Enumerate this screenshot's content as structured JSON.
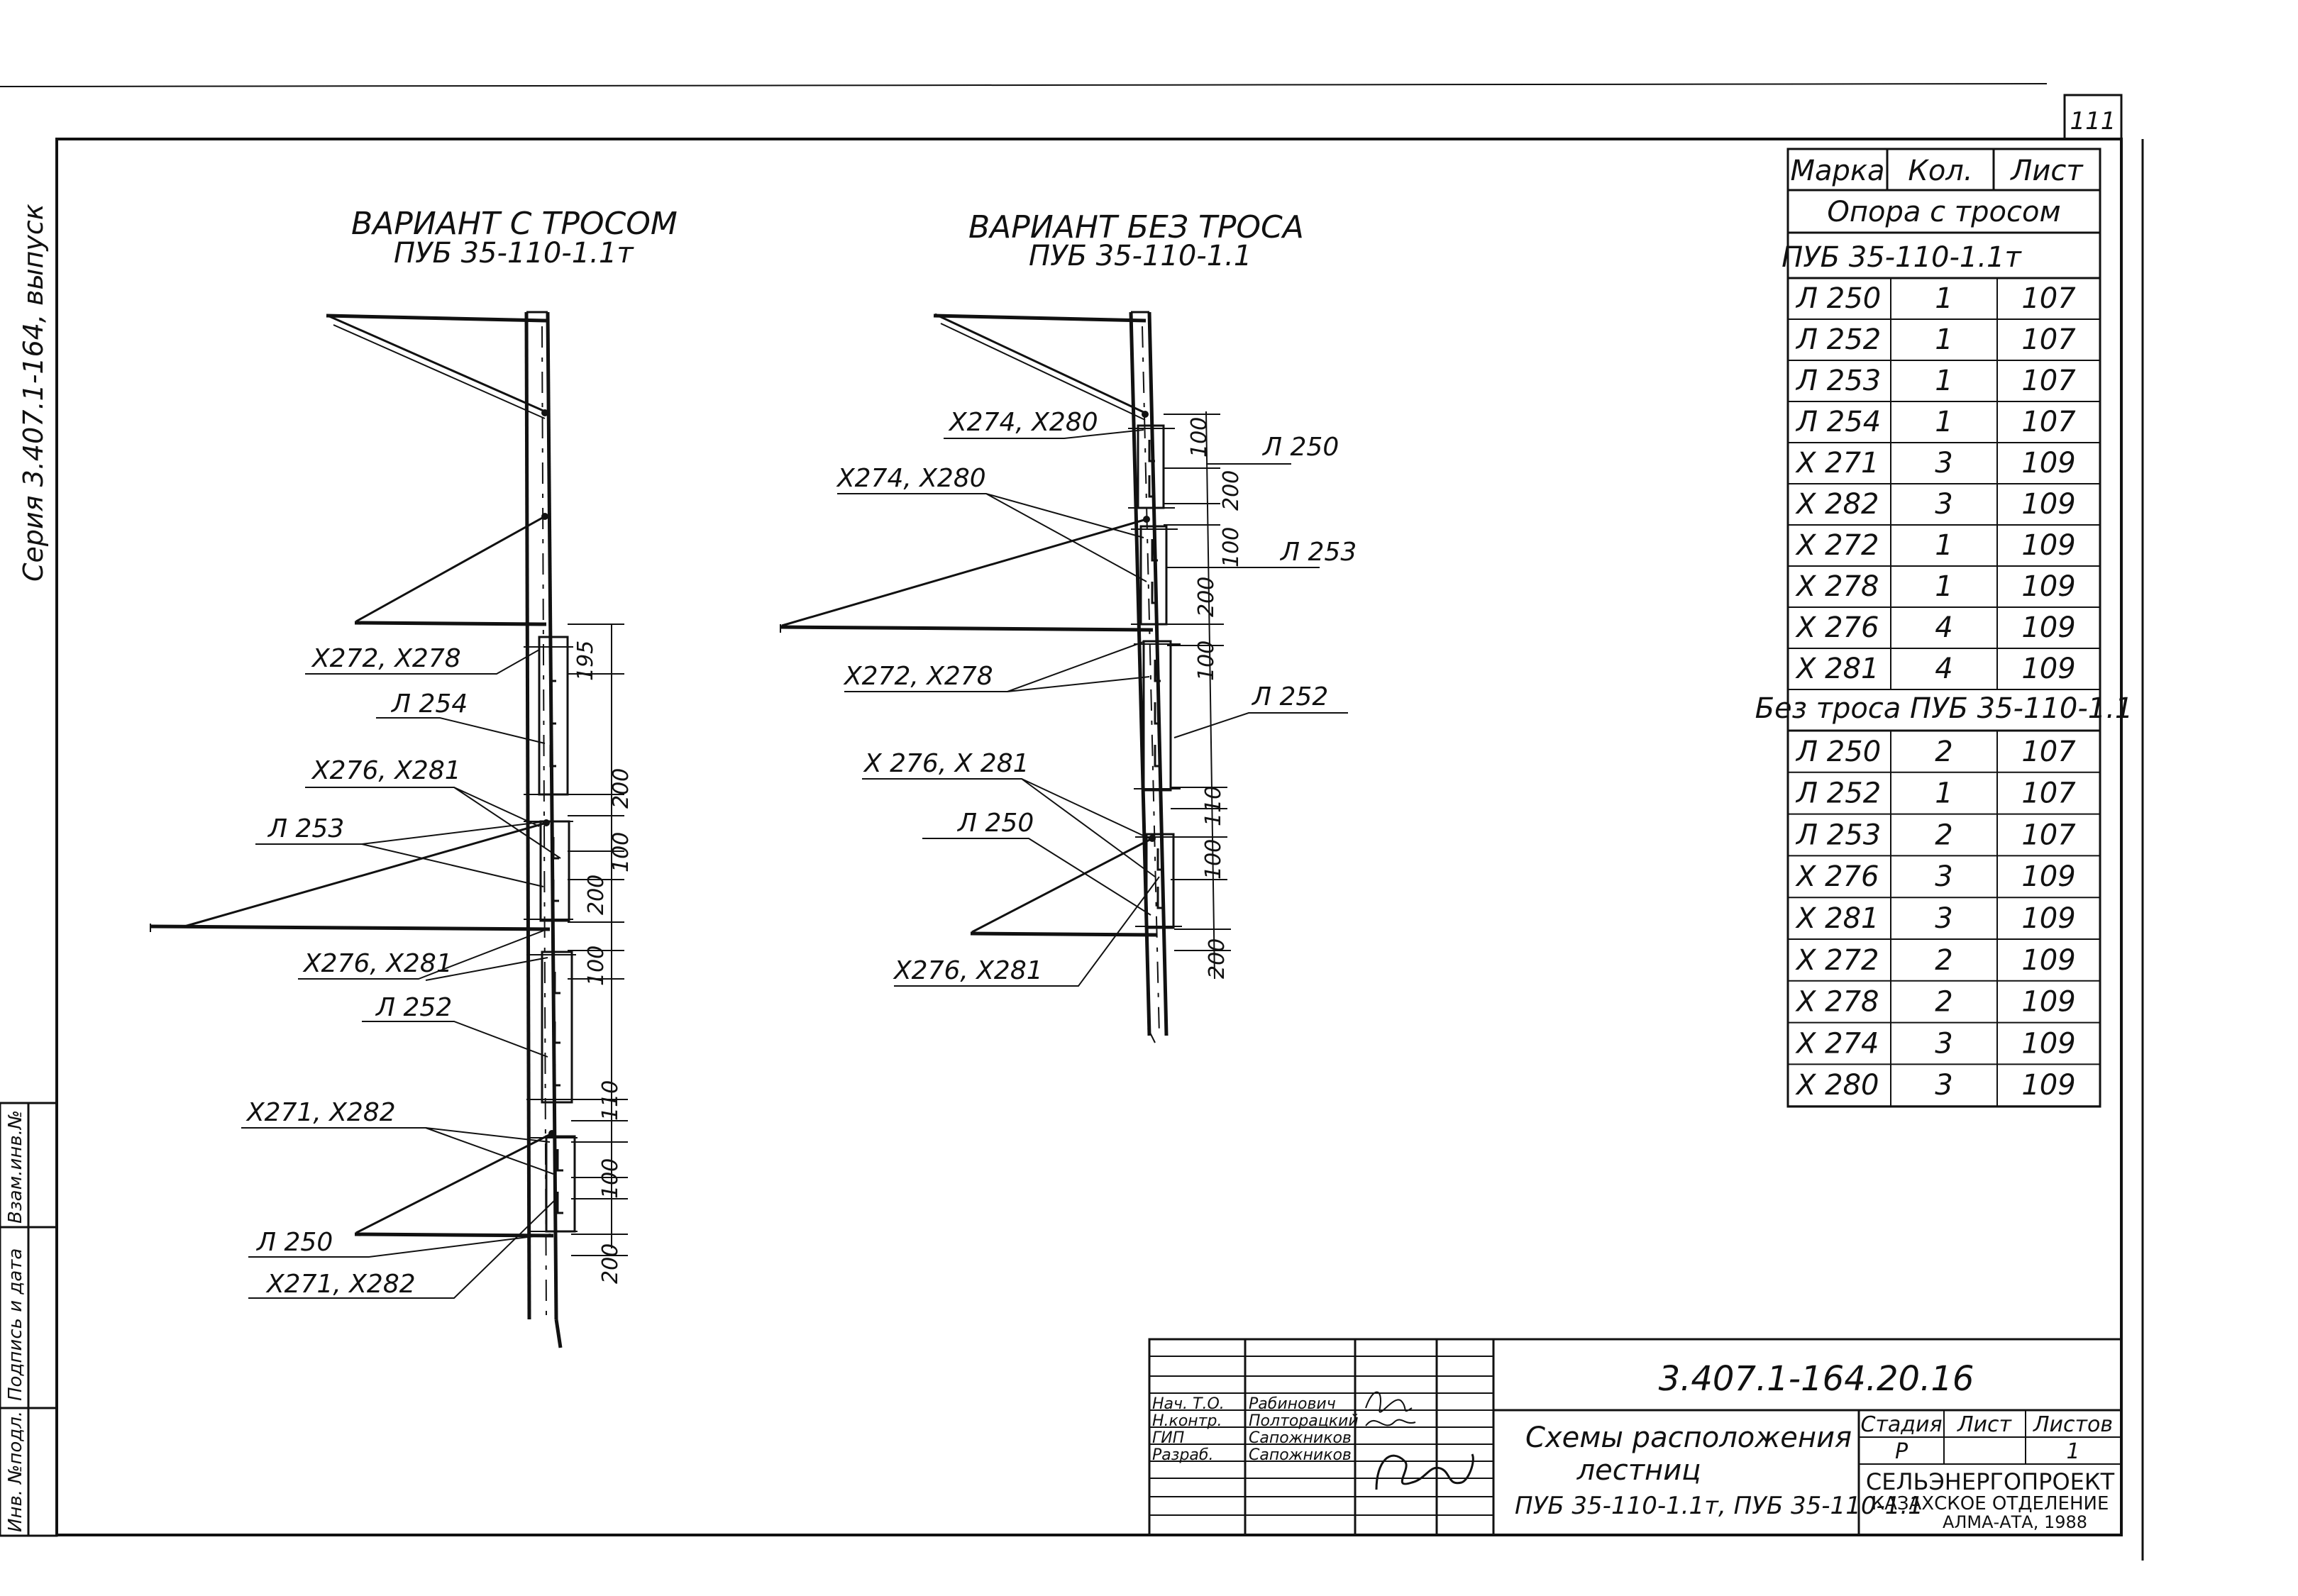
{
  "sheet_number": "111",
  "side_labels": {
    "series": "Серия 3.407.1-164, выпуск",
    "inv_no": "Инв. №подл.",
    "sign_date": "Подпись и дата",
    "replace_no": "Взам.инв.№"
  },
  "variant_left": {
    "title": "ВАРИАНТ С ТРОСОМ",
    "code": "ПУБ 35-110-1.1т",
    "labels": [
      "X272, X278",
      "Л 254",
      "X276, X281",
      "Л 253",
      "X276, X281",
      "Л 252",
      "X271, X282",
      "Л 250",
      "X271, X282"
    ],
    "dims": [
      "195",
      "200",
      "100",
      "200",
      "100",
      "110",
      "100",
      "200"
    ]
  },
  "variant_right": {
    "title": "ВАРИАНТ БЕЗ ТРОСА",
    "code": "ПУБ 35-110-1.1",
    "labels": [
      "X274, X280",
      "X274, X280",
      "Л 250",
      "Л 253",
      "X272, X278",
      "Л 252",
      "X 276, X 281",
      "Л 250",
      "X276, X281"
    ],
    "dims": [
      "100",
      "200",
      "100",
      "200",
      "100",
      "110",
      "100",
      "200"
    ]
  },
  "spec_table": {
    "headers": [
      "Марка",
      "Кол.",
      "Лист"
    ],
    "section1_line1": "Опора с тросом",
    "section1_line2": "ПУБ 35-110-1.1т",
    "section1_rows": [
      [
        "Л 250",
        "1",
        "107"
      ],
      [
        "Л 252",
        "1",
        "107"
      ],
      [
        "Л 253",
        "1",
        "107"
      ],
      [
        "Л 254",
        "1",
        "107"
      ],
      [
        "X 271",
        "3",
        "109"
      ],
      [
        "X 282",
        "3",
        "109"
      ],
      [
        "X 272",
        "1",
        "109"
      ],
      [
        "X 278",
        "1",
        "109"
      ],
      [
        "X 276",
        "4",
        "109"
      ],
      [
        "X 281",
        "4",
        "109"
      ]
    ],
    "section2": "Без троса ПУБ 35-110-1.1",
    "section2_rows": [
      [
        "Л 250",
        "2",
        "107"
      ],
      [
        "Л 252",
        "1",
        "107"
      ],
      [
        "Л 253",
        "2",
        "107"
      ],
      [
        "X 276",
        "3",
        "109"
      ],
      [
        "X 281",
        "3",
        "109"
      ],
      [
        "X 272",
        "2",
        "109"
      ],
      [
        "X 278",
        "2",
        "109"
      ],
      [
        "X 274",
        "3",
        "109"
      ],
      [
        "X 280",
        "3",
        "109"
      ]
    ]
  },
  "title_block": {
    "doc_code": "3.407.1-164.20.16",
    "roles": [
      {
        "role": "Нач. Т.О.",
        "name": "Рабинович"
      },
      {
        "role": "Н.контр.",
        "name": "Полторацкий"
      },
      {
        "role": "ГИП",
        "name": "Сапожников"
      },
      {
        "role": "Разраб.",
        "name": "Сапожников"
      }
    ],
    "title_line1": "Схемы расположения",
    "title_line2": "лестниц",
    "title_line3": "ПУБ 35-110-1.1т, ПУБ 35-110-1.1",
    "stage_headers": [
      "Стадия",
      "Лист",
      "Листов"
    ],
    "stage_values": [
      "Р",
      "",
      "1"
    ],
    "org_line1": "СЕЛЬЭНЕРГОПРОЕКТ",
    "org_line2": "КАЗАХСКОЕ ОТДЕЛЕНИЕ",
    "org_line3": "АЛМА-АТА, 1988"
  }
}
